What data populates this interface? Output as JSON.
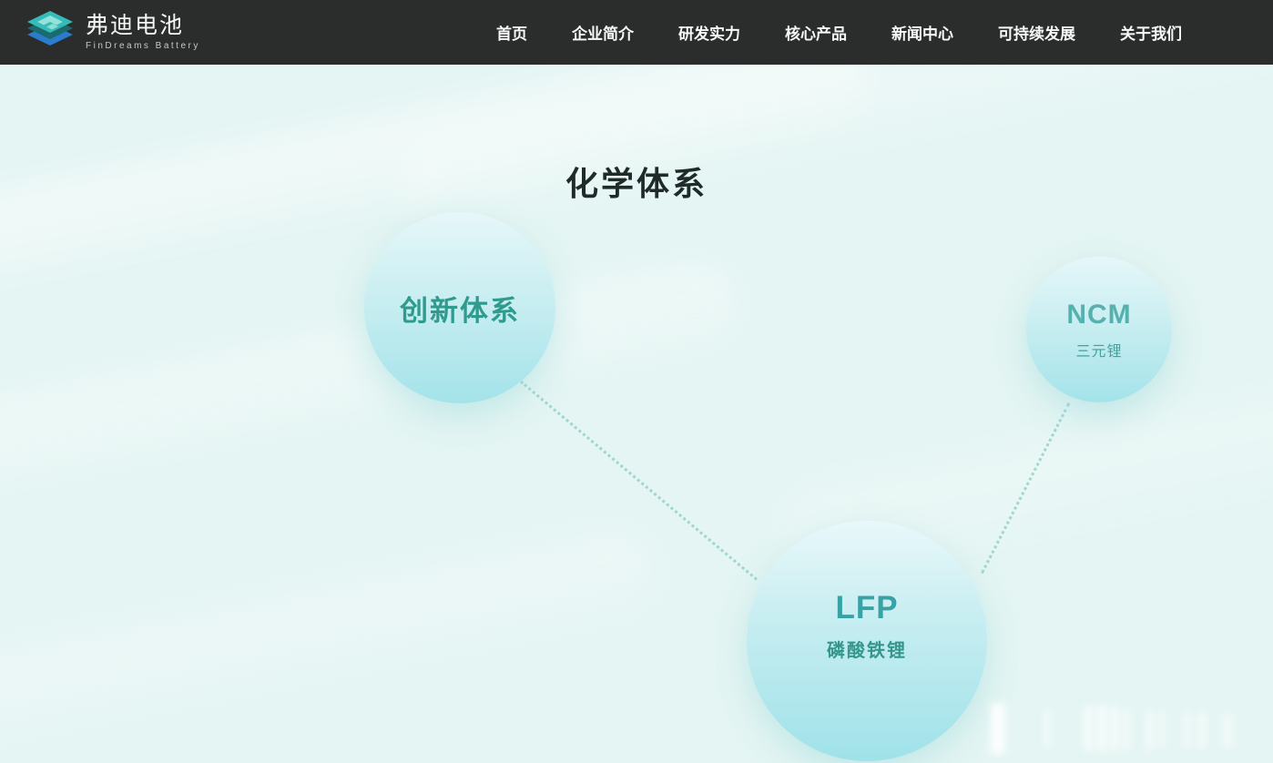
{
  "header": {
    "logo": {
      "title": "弗迪电池",
      "subtitle": "FinDreams Battery"
    },
    "nav": [
      {
        "label": "首页"
      },
      {
        "label": "企业简介"
      },
      {
        "label": "研发实力"
      },
      {
        "label": "核心产品"
      },
      {
        "label": "新闻中心"
      },
      {
        "label": "可持续发展"
      },
      {
        "label": "关于我们"
      }
    ]
  },
  "main": {
    "title": "化学体系",
    "bubbles": [
      {
        "title": "创新体系"
      },
      {
        "title": "NCM",
        "subtitle": "三元锂"
      },
      {
        "title": "LFP",
        "subtitle": "磷酸铁锂"
      }
    ]
  },
  "colors": {
    "navbar_bg": "#2a2d2c",
    "nav_text": "#f7f9f8",
    "page_bg": "#e4f5f3",
    "bubble_gradient_top": "#e6f7f9",
    "bubble_gradient_bottom": "#a4e3ea",
    "bubble_text_teal": "#2e9b8e",
    "connector_dots": "#88cbc6",
    "logo_teal": "#36bcb6",
    "logo_blue": "#2b7ccd",
    "title_text": "#1f2b29"
  }
}
